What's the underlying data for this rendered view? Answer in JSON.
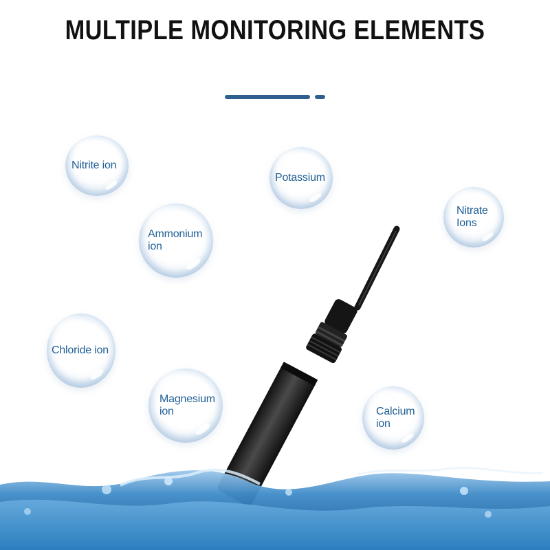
{
  "page": {
    "title": "MULTIPLE MONITORING ELEMENTS"
  },
  "elements": [
    {
      "id": "nitrite",
      "label": "Nitrite ion"
    },
    {
      "id": "potassium",
      "label": "Potassium"
    },
    {
      "id": "nitrate",
      "label": "Nitrate\nIons"
    },
    {
      "id": "ammonium",
      "label": "Ammonium\nion"
    },
    {
      "id": "chloride",
      "label": "Chloride ion"
    },
    {
      "id": "magnesium",
      "label": "Magnesium\nion"
    },
    {
      "id": "calcium",
      "label": "Calcium\nion"
    }
  ],
  "colors": {
    "title": "#111111",
    "accent": "#2f5f8f",
    "bubble_text": "#1f5e95",
    "water": "#2b79b6",
    "probe": "#1a1a1a"
  },
  "icons": {
    "bubble": "water-bubble-icon",
    "probe": "sensor-probe-icon",
    "water": "water-wave-icon"
  }
}
